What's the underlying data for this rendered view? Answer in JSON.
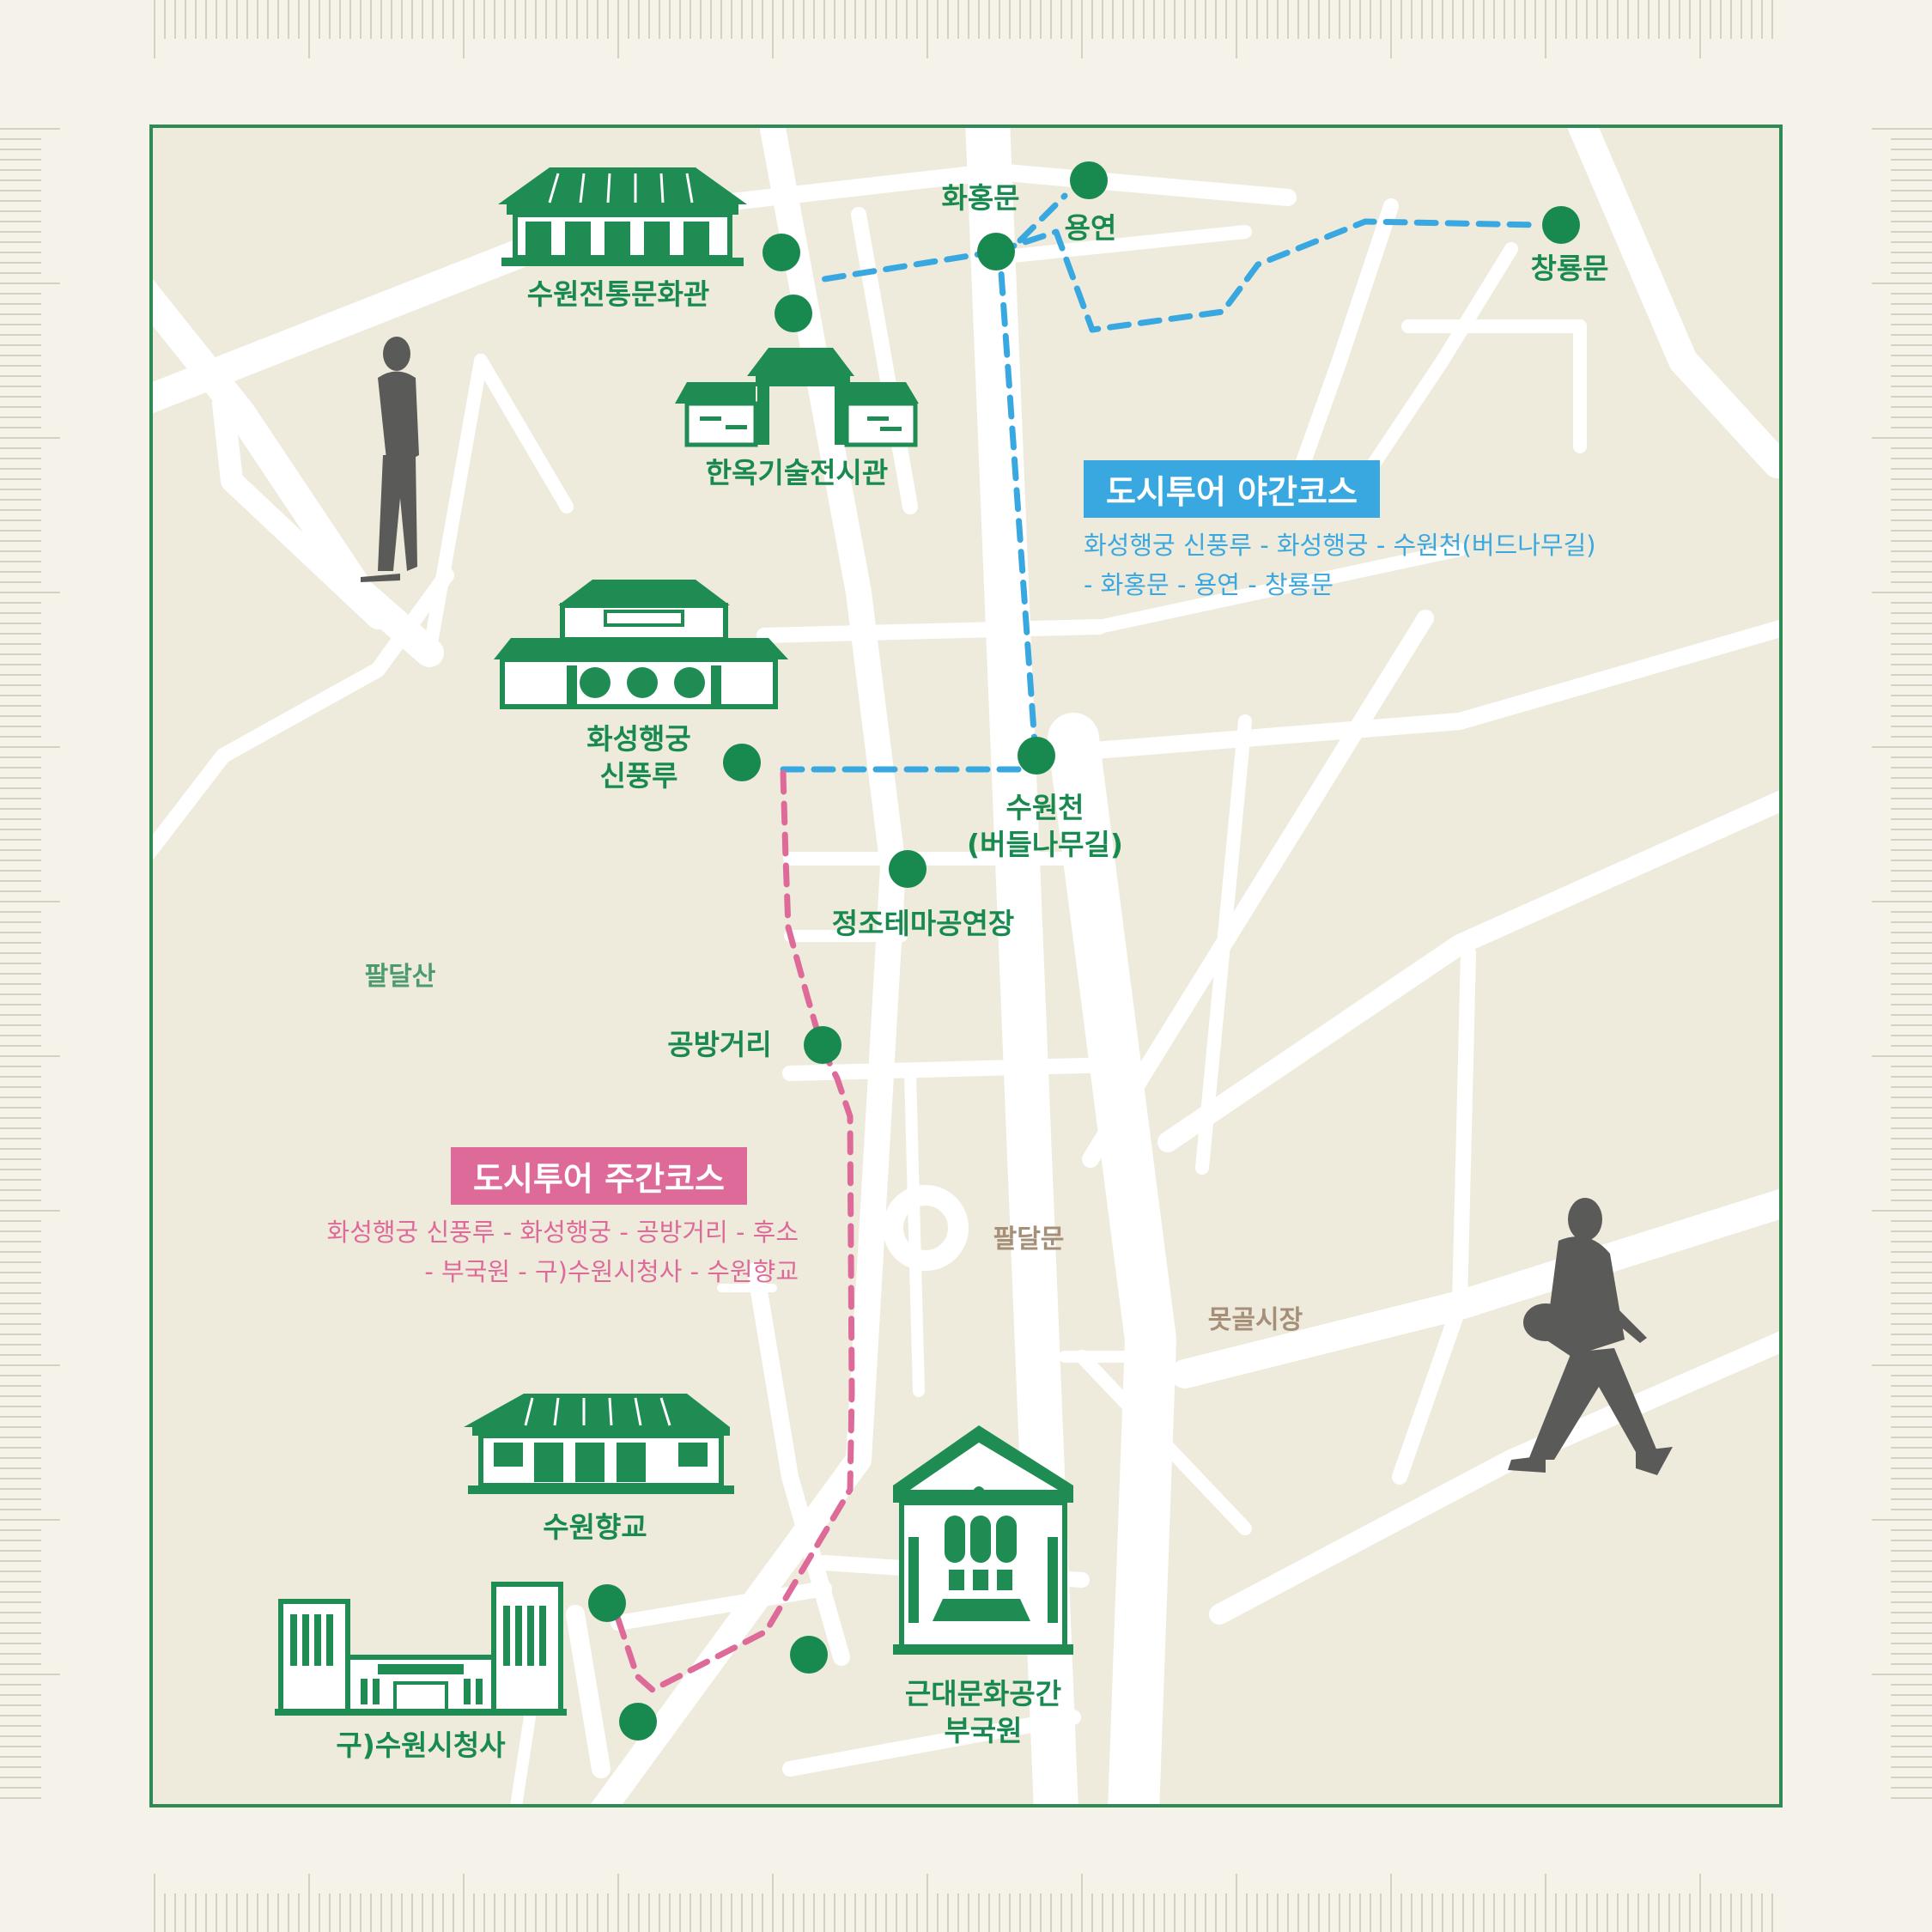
{
  "colors": {
    "background": "#f4f2e9",
    "map_fill": "#efebdc",
    "road": "#ffffff",
    "frame": "#2f8a55",
    "marker": "#198a4f",
    "building": "#1f8d53",
    "night_route": "#3aa8e0",
    "day_route": "#de6a9a",
    "area_green": "#4c9a6e",
    "area_brown": "#a58f78"
  },
  "places": {
    "traditional_culture_hall": "수원전통문화관",
    "hanok_hall": "한옥기술전시관",
    "hwaseong_1": "화성행궁",
    "hwaseong_2": "신풍루",
    "hwahongmun": "화홍문",
    "yongyeon": "용연",
    "changnyongmun": "창룡문",
    "suwoncheon_1": "수원천",
    "suwoncheon_2": "(버들나무길)",
    "jeongjo_theater": "정조테마공연장",
    "craft_street": "공방거리",
    "hyanggyo": "수원향교",
    "old_city_hall": "구)수원시청사",
    "modern_space_1": "근대문화공간",
    "modern_space_2": "부국원"
  },
  "areas": {
    "paldalsan": "팔달산",
    "paldalmun": "팔달문",
    "motgol": "못골시장"
  },
  "night_course": {
    "title": "도시투어 야간코스",
    "line1": "화성행궁 신풍루 - 화성행궁 - 수원천(버드나무길)",
    "line2": "- 화홍문 - 용연 - 창룡문"
  },
  "day_course": {
    "title": "도시투어 주간코스",
    "line1": "화성행궁 신풍루 - 화성행궁 - 공방거리 - 후소",
    "line2": "- 부국원 - 구)수원시청사 - 수원향교"
  }
}
